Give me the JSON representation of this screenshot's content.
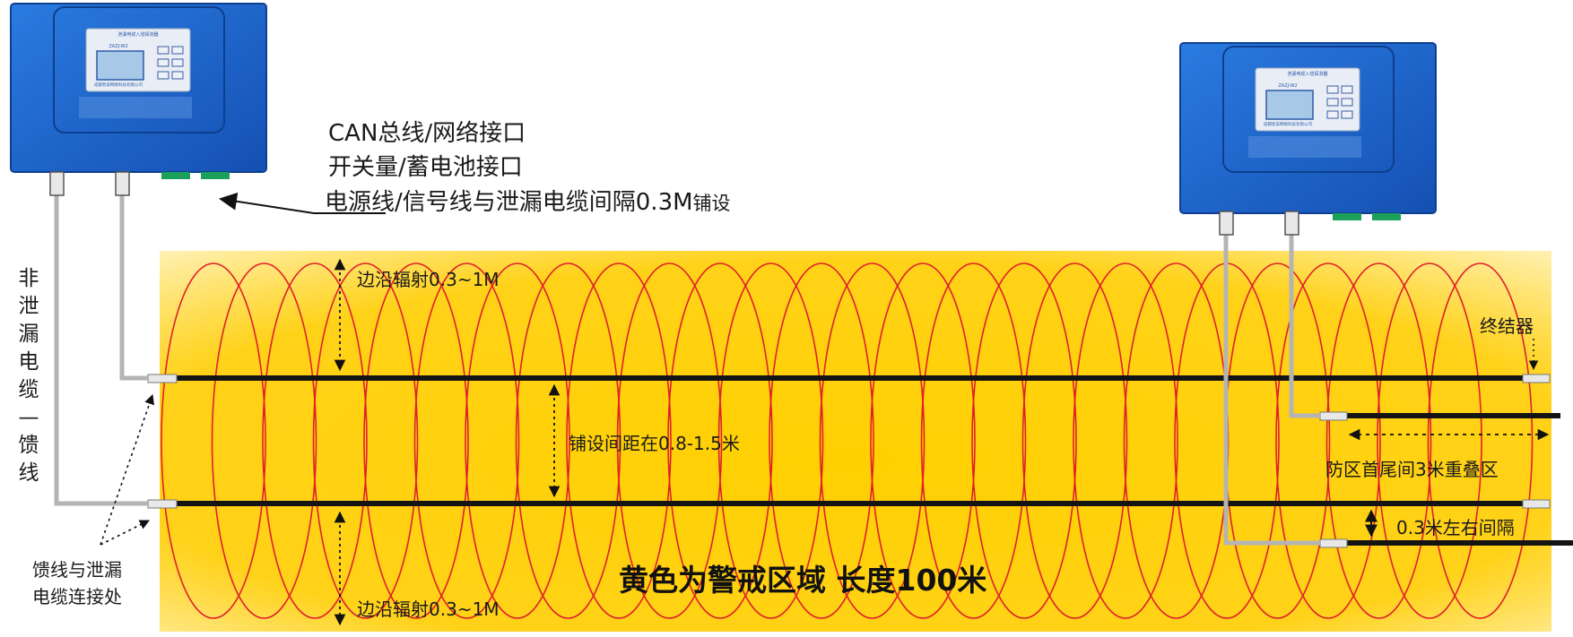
{
  "interfaces": {
    "line1": "CAN总线/网络接口",
    "line2": "开关量/蓄电池接口",
    "line3_main": "电源线/信号线与泄漏电缆间隔0.3M",
    "line3_suffix": "铺设"
  },
  "non_leaky_feeder": [
    "非",
    "泄",
    "漏",
    "电",
    "缆",
    "—",
    "馈",
    "线"
  ],
  "edge_radiation_top": "边沿辐射0.3~1M",
  "edge_radiation_bottom": "边沿辐射0.3~1M",
  "spacing": "铺设间距在0.8-1.5米",
  "terminator": "终结器",
  "overlap": "防区首尾间3米重叠区",
  "gap": "0.3米左右间隔",
  "connection_line1": "馈线与泄漏",
  "connection_line2": "电缆连接处",
  "warning_zone": "黄色为警戒区域 长度100米",
  "device": {
    "screen_header": "泄漏电缆入侵探测器",
    "model": "ZAZJ-W2",
    "company": "成都智安网络科技有限公司"
  },
  "colors": {
    "zone_yellow": "#ffd21a",
    "field_red": "#e0202a",
    "device_blue": "#1f5fc8",
    "cable_black": "#141414",
    "feeder_gray": "#b4b4b4"
  }
}
